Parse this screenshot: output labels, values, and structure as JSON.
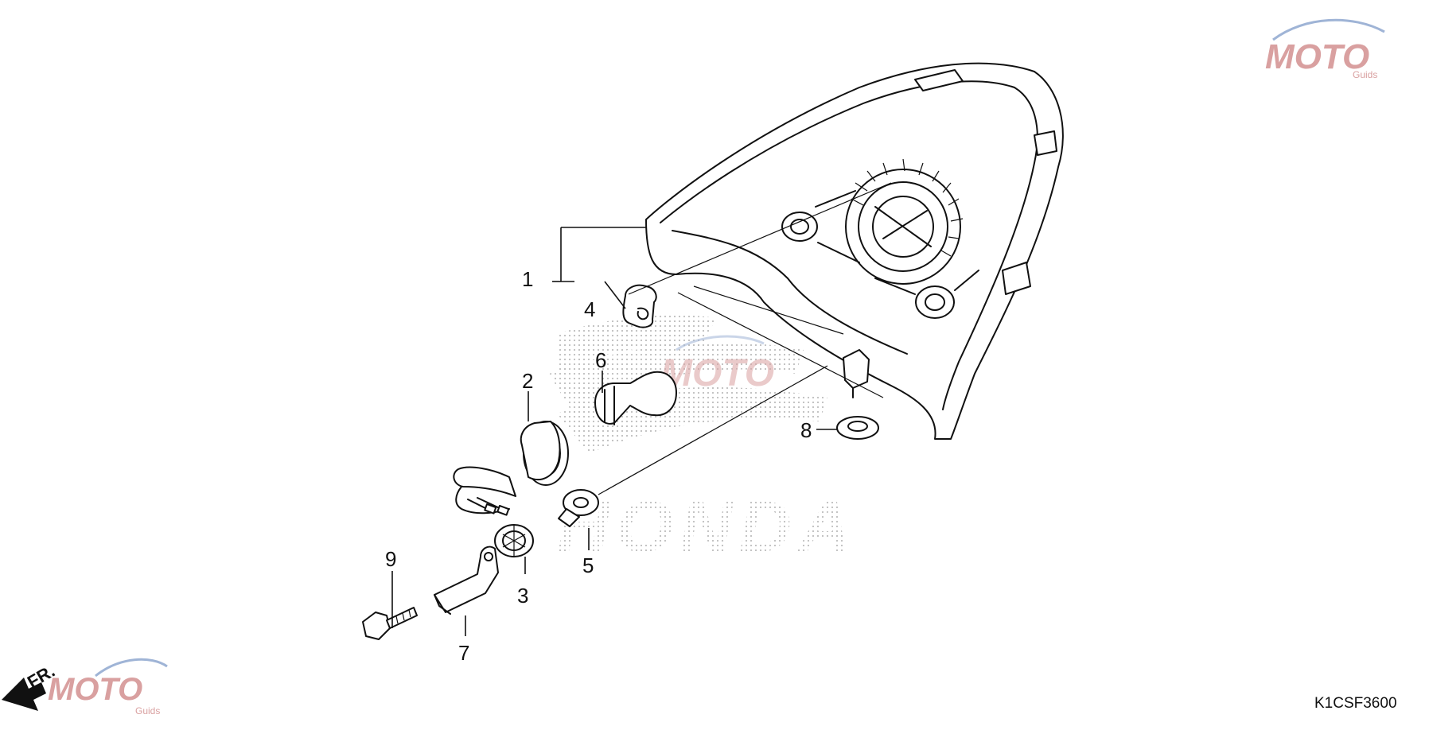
{
  "diagram_code": "K1CSF3600",
  "direction_label": "FR.",
  "watermark_brand": "MOTO",
  "watermark_sub": "Guids",
  "background_brand": "HONDA",
  "colors": {
    "ink": "#111111",
    "watermark_red": "#d9a0a0",
    "watermark_blue": "#9fb4d6",
    "halftone": "#c8c8c8"
  },
  "callouts": [
    {
      "id": "1",
      "label": "1"
    },
    {
      "id": "2",
      "label": "2"
    },
    {
      "id": "3",
      "label": "3"
    },
    {
      "id": "4",
      "label": "4"
    },
    {
      "id": "5",
      "label": "5"
    },
    {
      "id": "6",
      "label": "6"
    },
    {
      "id": "7",
      "label": "7"
    },
    {
      "id": "8",
      "label": "8"
    },
    {
      "id": "9",
      "label": "9"
    }
  ]
}
